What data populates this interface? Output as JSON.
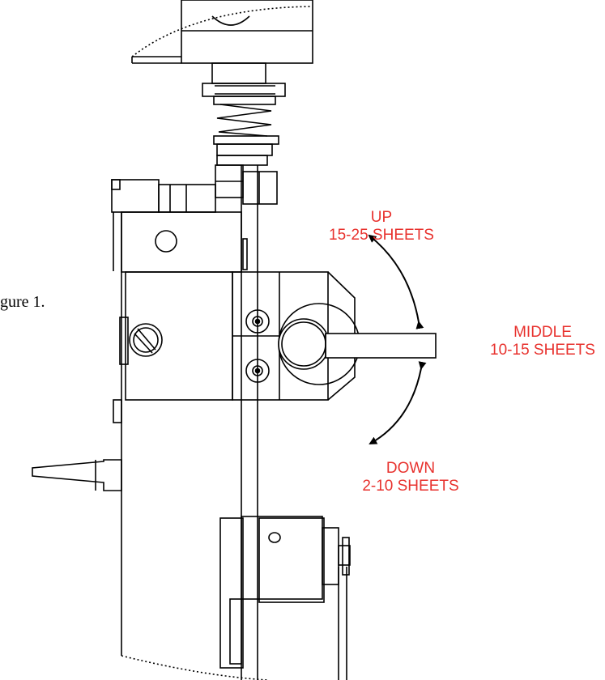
{
  "caption": "gure 1.",
  "colors": {
    "label": "#e8322e",
    "line": "#000000"
  },
  "labels": {
    "up": {
      "line1": "UP",
      "line2": "15-25 SHEETS"
    },
    "middle": {
      "line1": "MIDDLE",
      "line2": "10-15 SHEETS"
    },
    "down": {
      "line1": "DOWN",
      "line2": "2-10 SHEETS"
    }
  }
}
